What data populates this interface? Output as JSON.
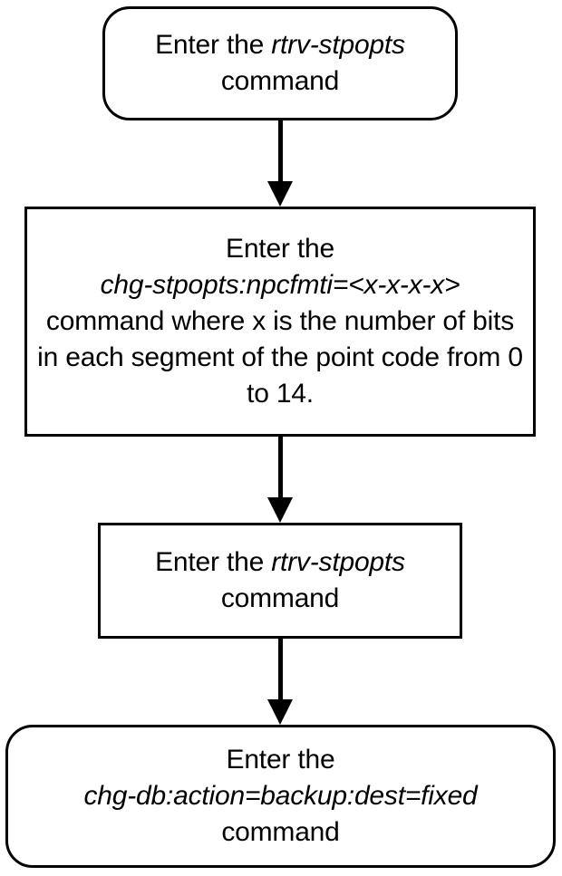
{
  "diagram": {
    "title": "Enter the rtrv-stpopts command flowchart",
    "background_color": "#ffffff",
    "stroke_color": "#000000",
    "text_color": "#000000",
    "nodes": [
      {
        "id": "node-1",
        "shape": "rounded-rectangle",
        "lines": [
          {
            "text": "Enter the ",
            "style": "normal"
          },
          {
            "text": "rtrv-stpopts",
            "style": "italic"
          },
          {
            "text": "\ncommand",
            "style": "normal"
          }
        ],
        "plain_text": "Enter the rtrv-stpopts command"
      },
      {
        "id": "node-2",
        "shape": "rectangle",
        "lines": [
          {
            "text": "Enter the\n",
            "style": "normal"
          },
          {
            "text": "chg-stpopts:npcfmti=<x-x-x-x>",
            "style": "italic"
          },
          {
            "text": "\ncommand where x is the number of bits in each segment of the point code from 0 to 14.",
            "style": "normal"
          }
        ],
        "plain_text": "Enter the chg-stpopts:npcfmti=<x-x-x-x> command where x is the number of bits in each segment of the point code from 0 to 14."
      },
      {
        "id": "node-3",
        "shape": "rectangle",
        "lines": [
          {
            "text": "Enter the ",
            "style": "normal"
          },
          {
            "text": "rtrv-stpopts",
            "style": "italic"
          },
          {
            "text": "\ncommand",
            "style": "normal"
          }
        ],
        "plain_text": "Enter the rtrv-stpopts command"
      },
      {
        "id": "node-4",
        "shape": "rounded-rectangle",
        "lines": [
          {
            "text": "Enter the\n",
            "style": "normal"
          },
          {
            "text": "chg-db:action=backup:dest=fixed",
            "style": "italic"
          },
          {
            "text": "\ncommand",
            "style": "normal"
          }
        ],
        "plain_text": "Enter the chg-db:action=backup:dest=fixed command"
      }
    ],
    "connectors": [
      {
        "id": "arrow-1",
        "from": "node-1",
        "to": "node-2",
        "direction": "down",
        "head": "solid-triangle"
      },
      {
        "id": "arrow-2",
        "from": "node-2",
        "to": "node-3",
        "direction": "down",
        "head": "solid-triangle"
      },
      {
        "id": "arrow-3",
        "from": "node-3",
        "to": "node-4",
        "direction": "down",
        "head": "solid-triangle"
      }
    ]
  }
}
